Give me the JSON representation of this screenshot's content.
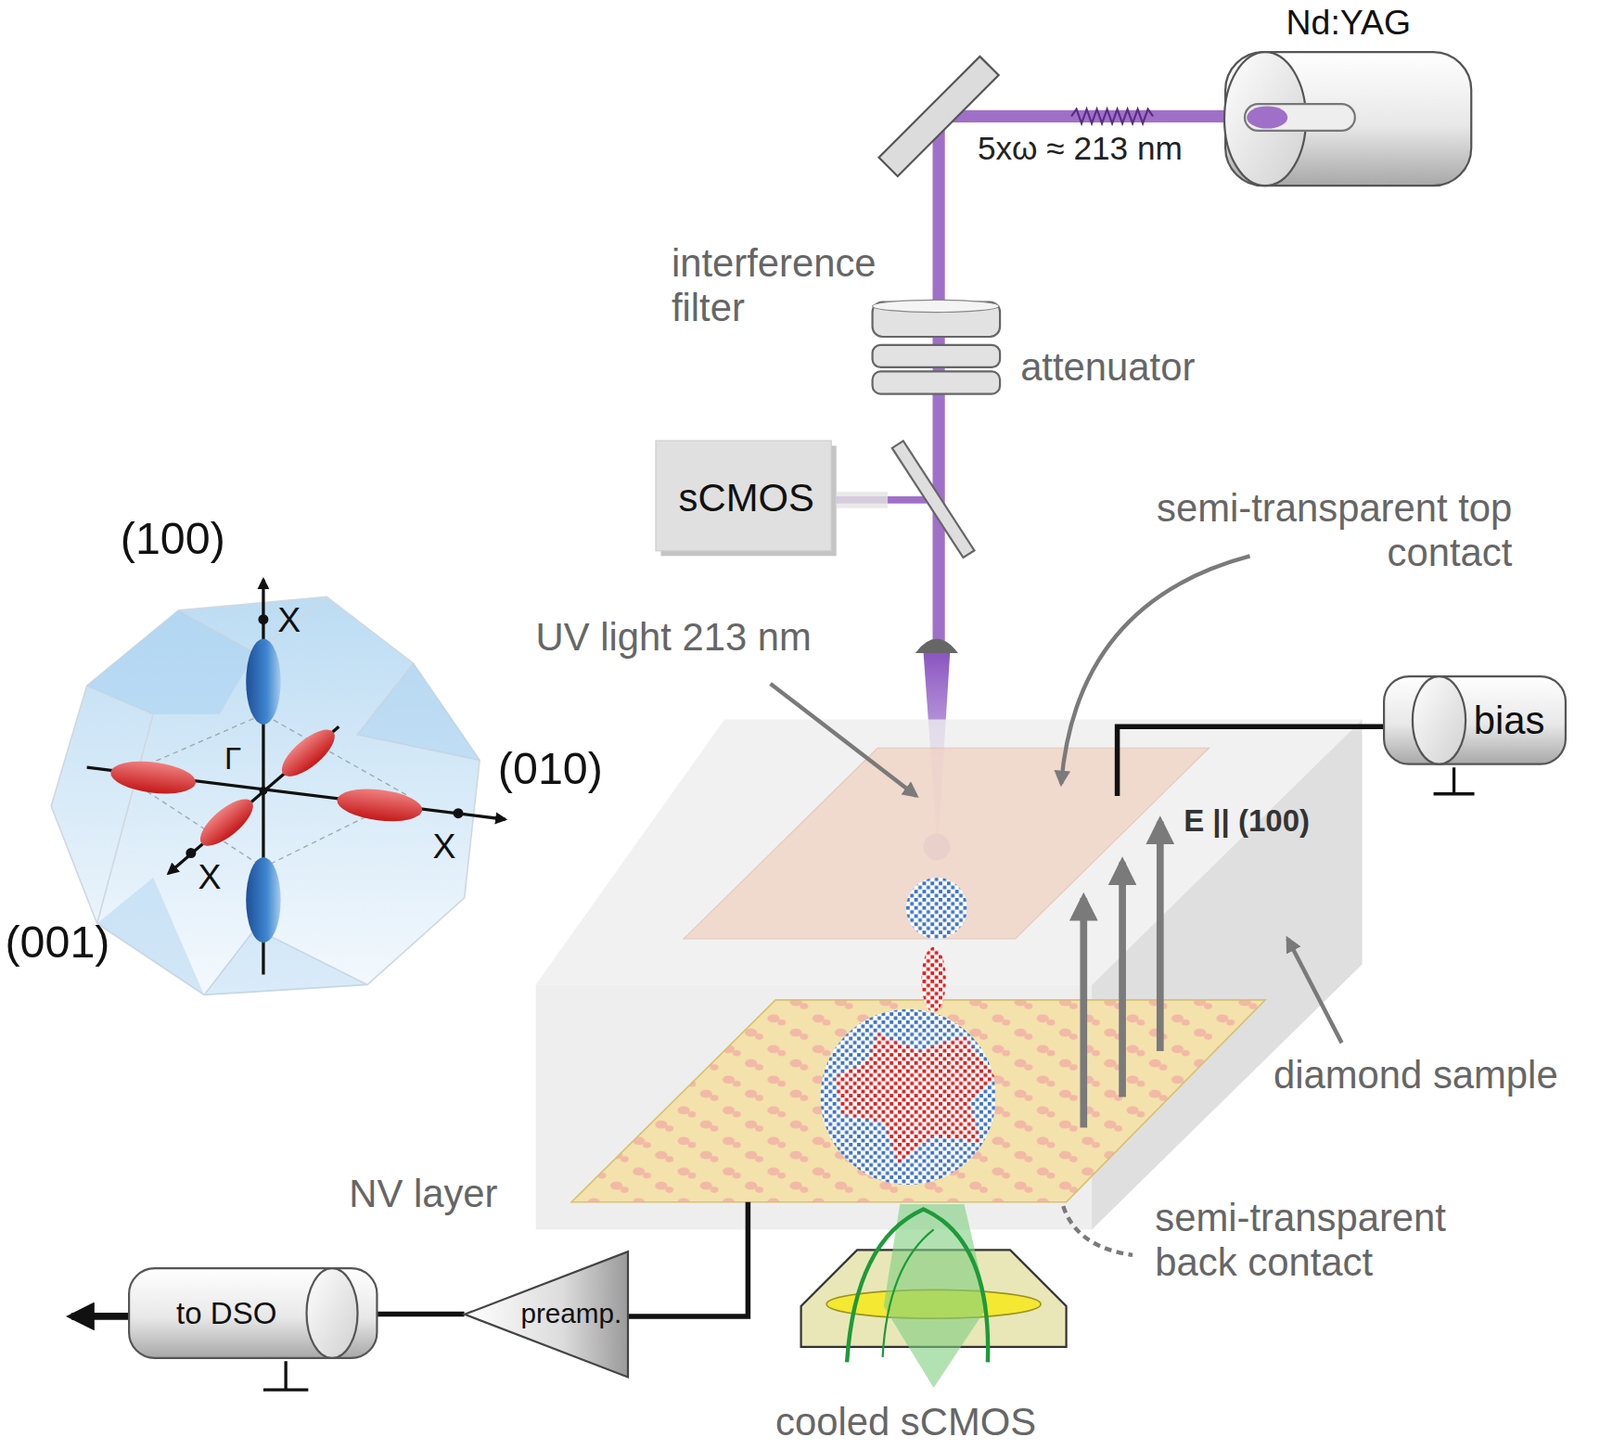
{
  "diagram": {
    "nodes": [
      {
        "text": [
          "Nd:YAG"
        ]
      },
      {
        "text": [
          "sCMOS"
        ]
      },
      {
        "text": [
          "bias"
        ]
      },
      {
        "text": [
          "preamp."
        ]
      },
      {
        "text": [
          "to DSO"
        ]
      }
    ],
    "edges": [
      {
        "from": 3,
        "to": 4,
        "arrow": "none"
      }
    ],
    "labels": [
      "5xω ≈ 213 nm",
      "interference filter",
      "attenuator",
      "semi-transparent top contact",
      "(100)",
      "X",
      "UV light 213 nm",
      "Γ",
      "(010)",
      "E || (100)",
      "X",
      "X",
      "(001)",
      "diamond sample",
      "NV layer",
      "semi-transparent back contact",
      "cooled sCMOS"
    ]
  }
}
